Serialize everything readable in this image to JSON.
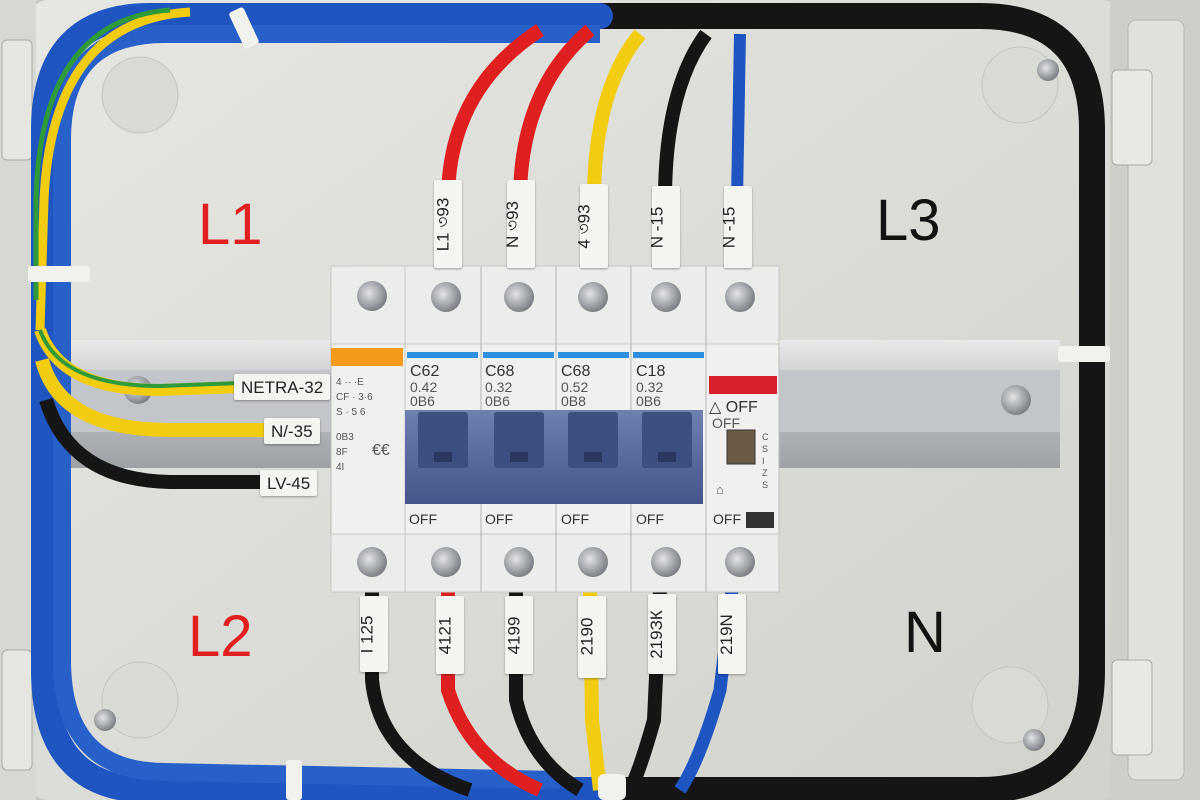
{
  "zones": {
    "l1": "L1",
    "l2": "L2",
    "l3": "L3",
    "n": "N"
  },
  "top_labels": [
    "L1 ৩93",
    "N ৩93",
    "4 ৩93",
    "N -15",
    "N -15"
  ],
  "bottom_labels": [
    "I 125",
    "4121",
    "4199",
    "2190",
    "219ЗК",
    "219N"
  ],
  "side_labels": [
    "NETRA-32",
    "N/-35",
    "LV-45"
  ],
  "breakers": [
    {
      "rating": "C62",
      "l2": "0.42",
      "l3": "0B6",
      "off": "OFF"
    },
    {
      "rating": "C68",
      "l2": "0.32",
      "l3": "0B6",
      "off": "OFF"
    },
    {
      "rating": "C68",
      "l2": "0.52",
      "l3": "0B8",
      "off": "OFF"
    },
    {
      "rating": "C18",
      "l2": "0.32",
      "l3": "0B6",
      "off": "OFF"
    }
  ],
  "rcd": {
    "state_top": "△ OFF",
    "state_mid": "OFF",
    "off": "OFF"
  },
  "colors": {
    "red": "#e02020",
    "yellow": "#f2cc10",
    "blue": "#1f55c0",
    "black": "#151515",
    "green": "#2f9a3a",
    "breaker_body": "#f0f0ee",
    "toggle": "#5a6e9e",
    "rcd_flag": "#d8202a",
    "orange_cap": "#f39a1c"
  }
}
